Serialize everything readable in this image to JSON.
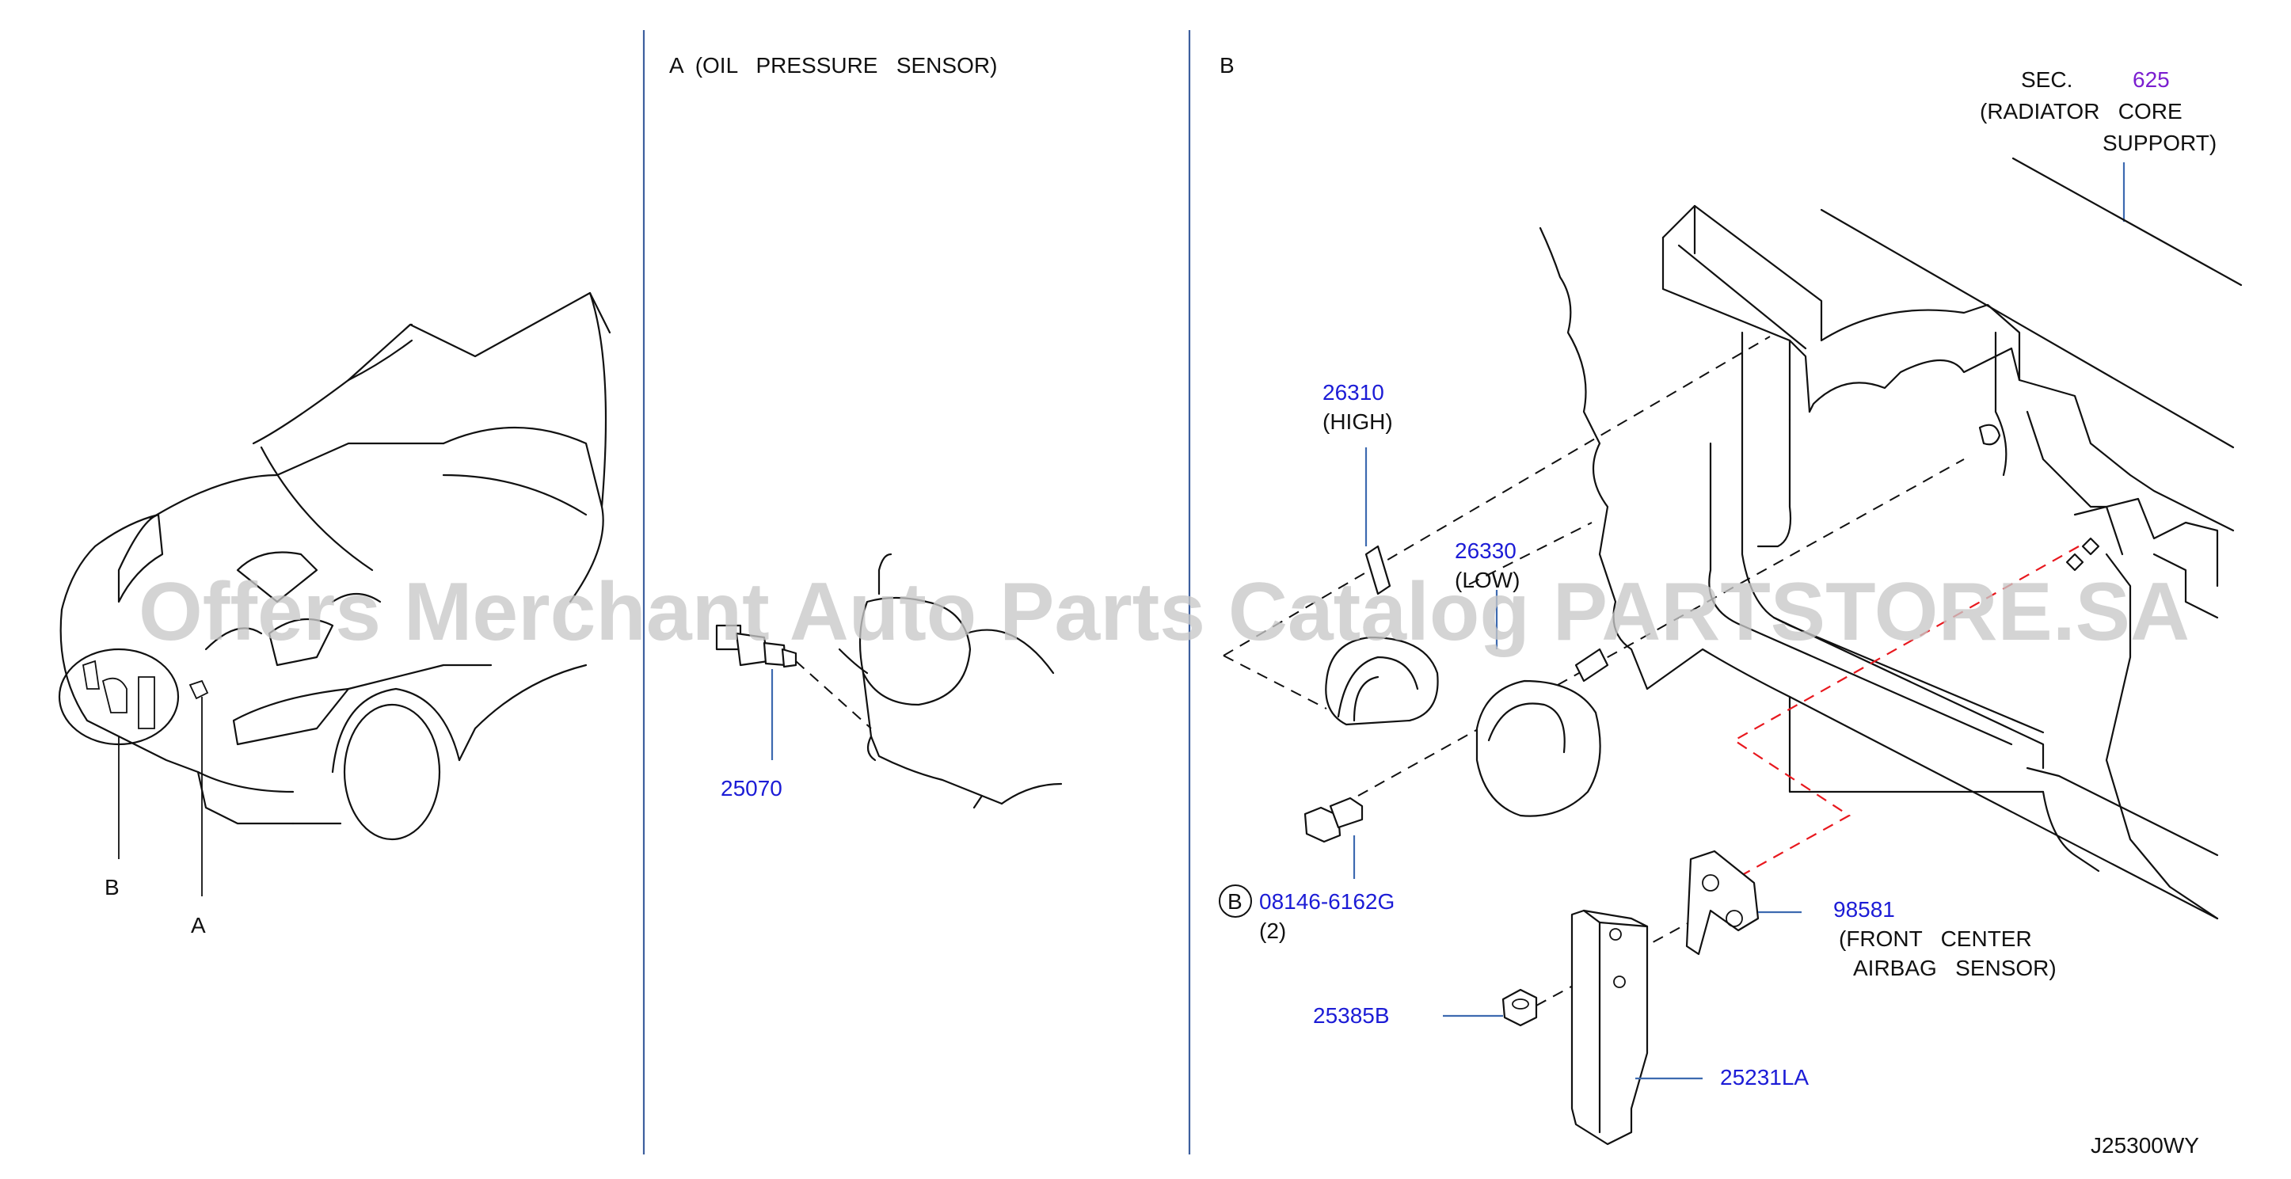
{
  "section_a": {
    "title": "A  (OIL   PRESSURE   SENSOR)"
  },
  "section_b": {
    "title": "B"
  },
  "overview_labels": {
    "b": "B",
    "a": "A"
  },
  "parts": {
    "oil_pressure_sensor": "25070",
    "horn_high": {
      "number": "26310",
      "desc": "(HIGH)"
    },
    "horn_low": {
      "number": "26330",
      "desc": "(LOW)"
    },
    "bolt": {
      "badge": "B",
      "number": "08146-6162G",
      "qty": "(2)"
    },
    "airbag_sensor": {
      "number": "98581",
      "desc_line1": "(FRONT   CENTER",
      "desc_line2": "AIRBAG   SENSOR)"
    },
    "nut": "25385B",
    "bracket": "25231LA"
  },
  "sec_ref": {
    "prefix": "SEC.",
    "number": "625",
    "line1": "(RADIATOR   CORE",
    "line2": "SUPPORT)"
  },
  "diagram_id": "J25300WY",
  "watermark": "Offers Merchant Auto Parts Catalog PARTSTORE.SA",
  "colors": {
    "part_number": "#1c1cd6",
    "section_ref": "#7b1fd0",
    "leader": "#3d6ab0",
    "divider": "#3d5f9e",
    "airbag_path": "#e8181e"
  }
}
